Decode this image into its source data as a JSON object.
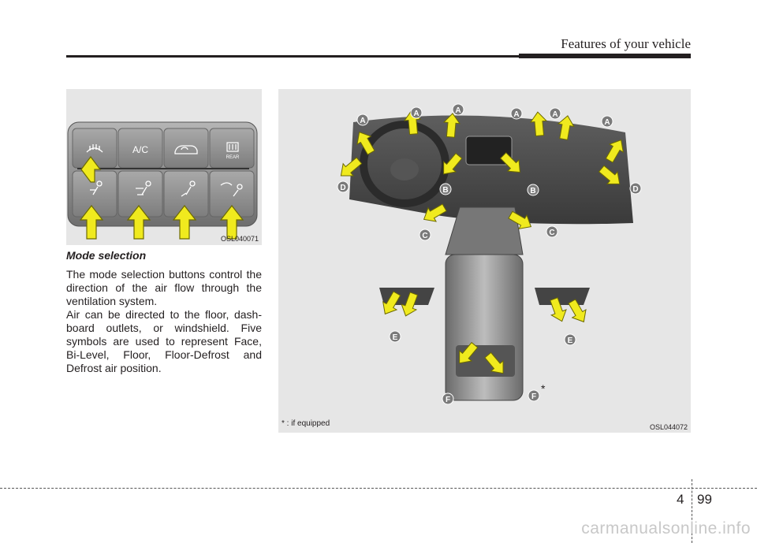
{
  "header": {
    "title": "Features of your vehicle"
  },
  "panel_figure": {
    "code": "OSL040071",
    "buttons": [
      {
        "label": "",
        "icon": "defrost-icon"
      },
      {
        "label": "A/C",
        "icon": ""
      },
      {
        "label": "",
        "icon": "recirculation-icon"
      },
      {
        "label": "REAR",
        "icon": "rear-defrost-icon"
      },
      {
        "label": "",
        "icon": "mode-face-icon"
      },
      {
        "label": "",
        "icon": "mode-bilevel-icon"
      },
      {
        "label": "",
        "icon": "mode-floor-icon"
      },
      {
        "label": "",
        "icon": "mode-floor-defrost-icon"
      }
    ]
  },
  "section": {
    "title": "Mode selection",
    "paragraphs": [
      "The mode selection buttons control the direction of the air flow through the ventilation system.",
      "Air can be directed to the floor, dash-board outlets, or windshield. Five symbols are used to represent Face, Bi-Level, Floor, Floor-Defrost and Defrost air position."
    ]
  },
  "car_figure": {
    "code": "OSL044072",
    "footnote": "* : if equipped",
    "callouts": [
      "A",
      "A",
      "A",
      "A",
      "A",
      "A",
      "B",
      "B",
      "C",
      "C",
      "D",
      "D",
      "E",
      "E",
      "F",
      "F"
    ],
    "asterisk": "*"
  },
  "footer": {
    "chapter": "4",
    "page": "99"
  },
  "watermark": "carmanualsonline.info",
  "colors": {
    "arrow": "#f0ea1e",
    "callout": "#7a7a7a",
    "panel_bg": "#e6e6e6"
  }
}
